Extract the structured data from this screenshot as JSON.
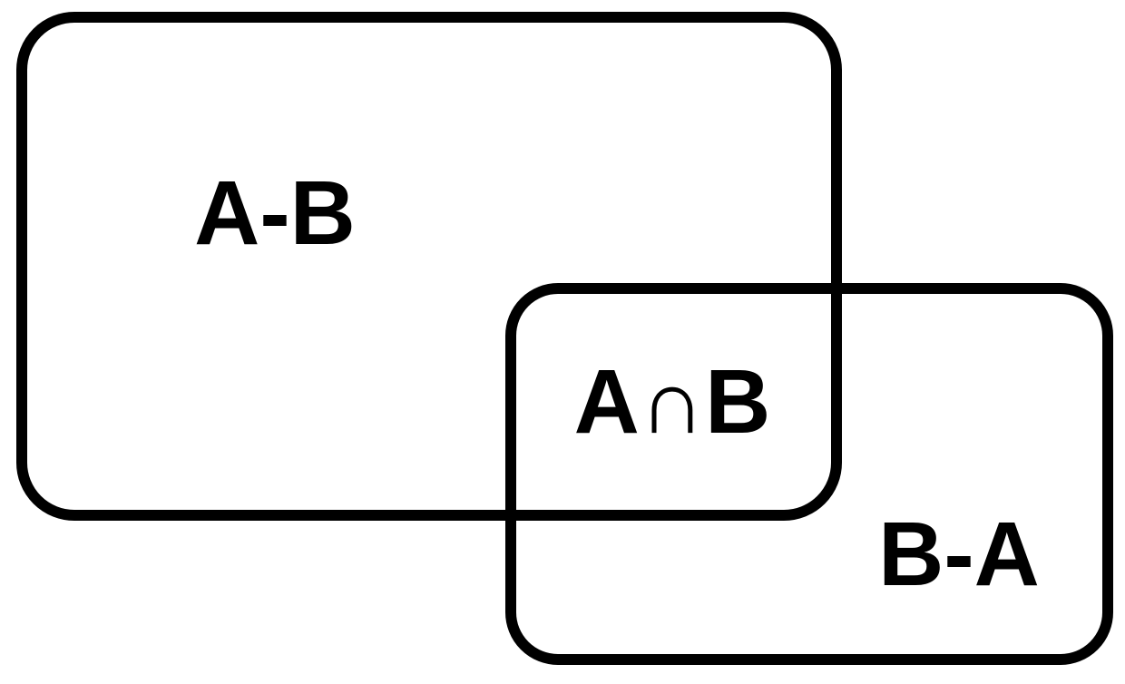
{
  "diagram": {
    "type": "venn-set-operations",
    "background_color": "#ffffff",
    "stroke_color": "#000000",
    "sets": [
      {
        "id": "A",
        "shape": "rounded-rectangle",
        "position": "top-left"
      },
      {
        "id": "B",
        "shape": "rounded-rectangle",
        "position": "bottom-right"
      }
    ],
    "regions": [
      {
        "id": "a-minus-b",
        "label": "A-B"
      },
      {
        "id": "a-intersect-b",
        "label": "A∩B"
      },
      {
        "id": "b-minus-a",
        "label": "B-A"
      }
    ]
  }
}
